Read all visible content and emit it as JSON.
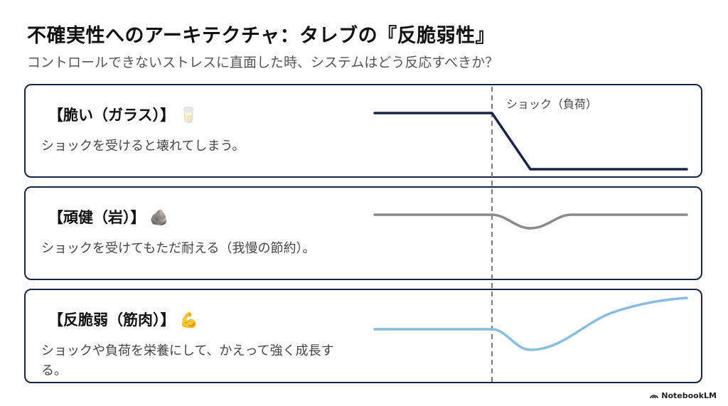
{
  "title": "不確実性へのアーキテクチャ：タレブの『反脆弱性』",
  "subtitle": "コントロールできないストレスに直面した時、システムはどう反応すべきか？",
  "shock_label": "ショック（負荷）",
  "cards": [
    {
      "title": "【脆い（ガラス）】",
      "icon": "glass-icon",
      "emoji": "🥛",
      "description": "ショックを受けると壊れてしまう。",
      "curve_color": "#17244a"
    },
    {
      "title": "【頑健（岩）】",
      "icon": "rock-icon",
      "emoji": "🪨",
      "description": "ショックを受けてもただ耐える（我慢の節約）。",
      "curve_color": "#8a8a8a"
    },
    {
      "title": "【反脆弱（筋肉）】",
      "icon": "flexed-biceps-icon",
      "emoji": "💪",
      "description": "ショックや負荷を栄養にして、かえって強く成長する。",
      "curve_color": "#86bde0"
    }
  ],
  "brand": "NotebookLM"
}
